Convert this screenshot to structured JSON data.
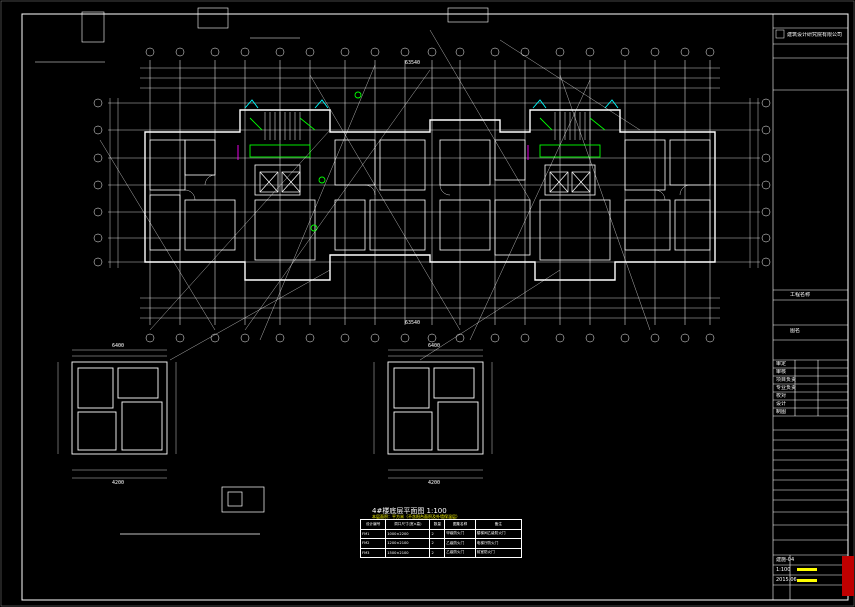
{
  "plan": {
    "title": "4#楼底层平面图 1:100",
    "note": "本层面积：平方米（不含阳台面积及外墙保温层）"
  },
  "overall_dims": {
    "total_top": "63540",
    "total_bottom": "63540",
    "left_plan_width": "6400",
    "left_plan_sub": "4200",
    "right_plan_width": "6400",
    "right_plan_sub": "4200"
  },
  "door_table": {
    "headers": [
      "设计编号",
      "洞口尺寸(宽×高)",
      "数量",
      "图集名称",
      "备注"
    ],
    "rows": [
      [
        "FM1",
        "1000×2200",
        "2",
        "甲级防火门",
        "楼梯间乙级防火门"
      ],
      [
        "FM2",
        "1200×2100",
        "2",
        "乙级防火门",
        "电梯厅防火门"
      ],
      [
        "FM3",
        "1500×2100",
        "2",
        "乙级防火门",
        "前室防火门"
      ]
    ]
  },
  "title_block": {
    "company": "建筑设计研究院有限公司",
    "project_label": "工程名称",
    "drawing_label": "图名",
    "rows": [
      "审定",
      "审核",
      "项目负责",
      "专业负责",
      "校对",
      "设计",
      "制图"
    ],
    "drawing_no": "建施-04",
    "scale": "1:100",
    "date": "2015.06"
  },
  "colors": {
    "wall": "#ffffff",
    "accent_green": "#00ff00",
    "accent_cyan": "#00ffff",
    "accent_magenta": "#ff00ff",
    "accent_yellow": "#ffff00",
    "accent_red": "#ff0000"
  }
}
